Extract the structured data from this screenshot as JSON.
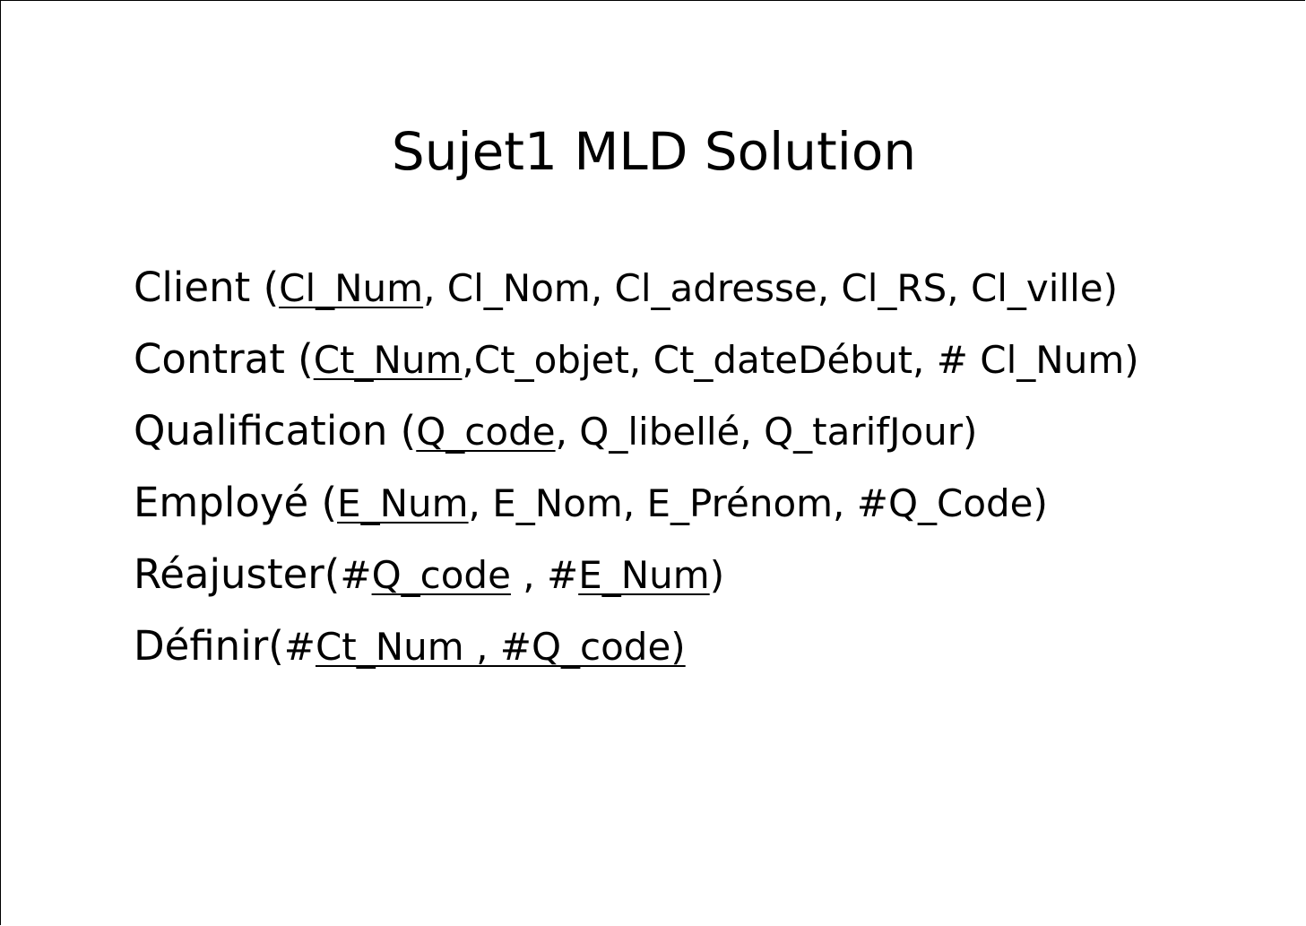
{
  "title": "Sujet1 MLD Solution",
  "relations": [
    {
      "name": "Client (",
      "segments": [
        {
          "text": "Cl_Num",
          "underline": true
        },
        {
          "text": ", Cl_Nom, Cl_adresse, Cl_RS, Cl_ville)",
          "underline": false
        }
      ]
    },
    {
      "name": "Contrat (",
      "segments": [
        {
          "text": "Ct_Num",
          "underline": true
        },
        {
          "text": ",Ct_objet, Ct_dateDébut, # Cl_Num)",
          "underline": false
        }
      ]
    },
    {
      "name": "Qualification (",
      "segments": [
        {
          "text": "Q_code",
          "underline": true
        },
        {
          "text": ", Q_libellé, Q_tarifJour)",
          "underline": false
        }
      ]
    },
    {
      "name": "Employé (",
      "segments": [
        {
          "text": "E_Num",
          "underline": true
        },
        {
          "text": ", E_Nom, E_Prénom, #Q_Code)",
          "underline": false
        }
      ]
    },
    {
      "name": "Réajuster(",
      "segments": [
        {
          "text": "#",
          "underline": false
        },
        {
          "text": "Q_code",
          "underline": true
        },
        {
          "text": " , #",
          "underline": false
        },
        {
          "text": "E_Num",
          "underline": true
        },
        {
          "text": ")",
          "underline": false
        }
      ]
    },
    {
      "name": "Définir(",
      "segments": [
        {
          "text": "#",
          "underline": false
        },
        {
          "text": "Ct_Num , #Q_code)",
          "underline": true
        }
      ]
    }
  ]
}
